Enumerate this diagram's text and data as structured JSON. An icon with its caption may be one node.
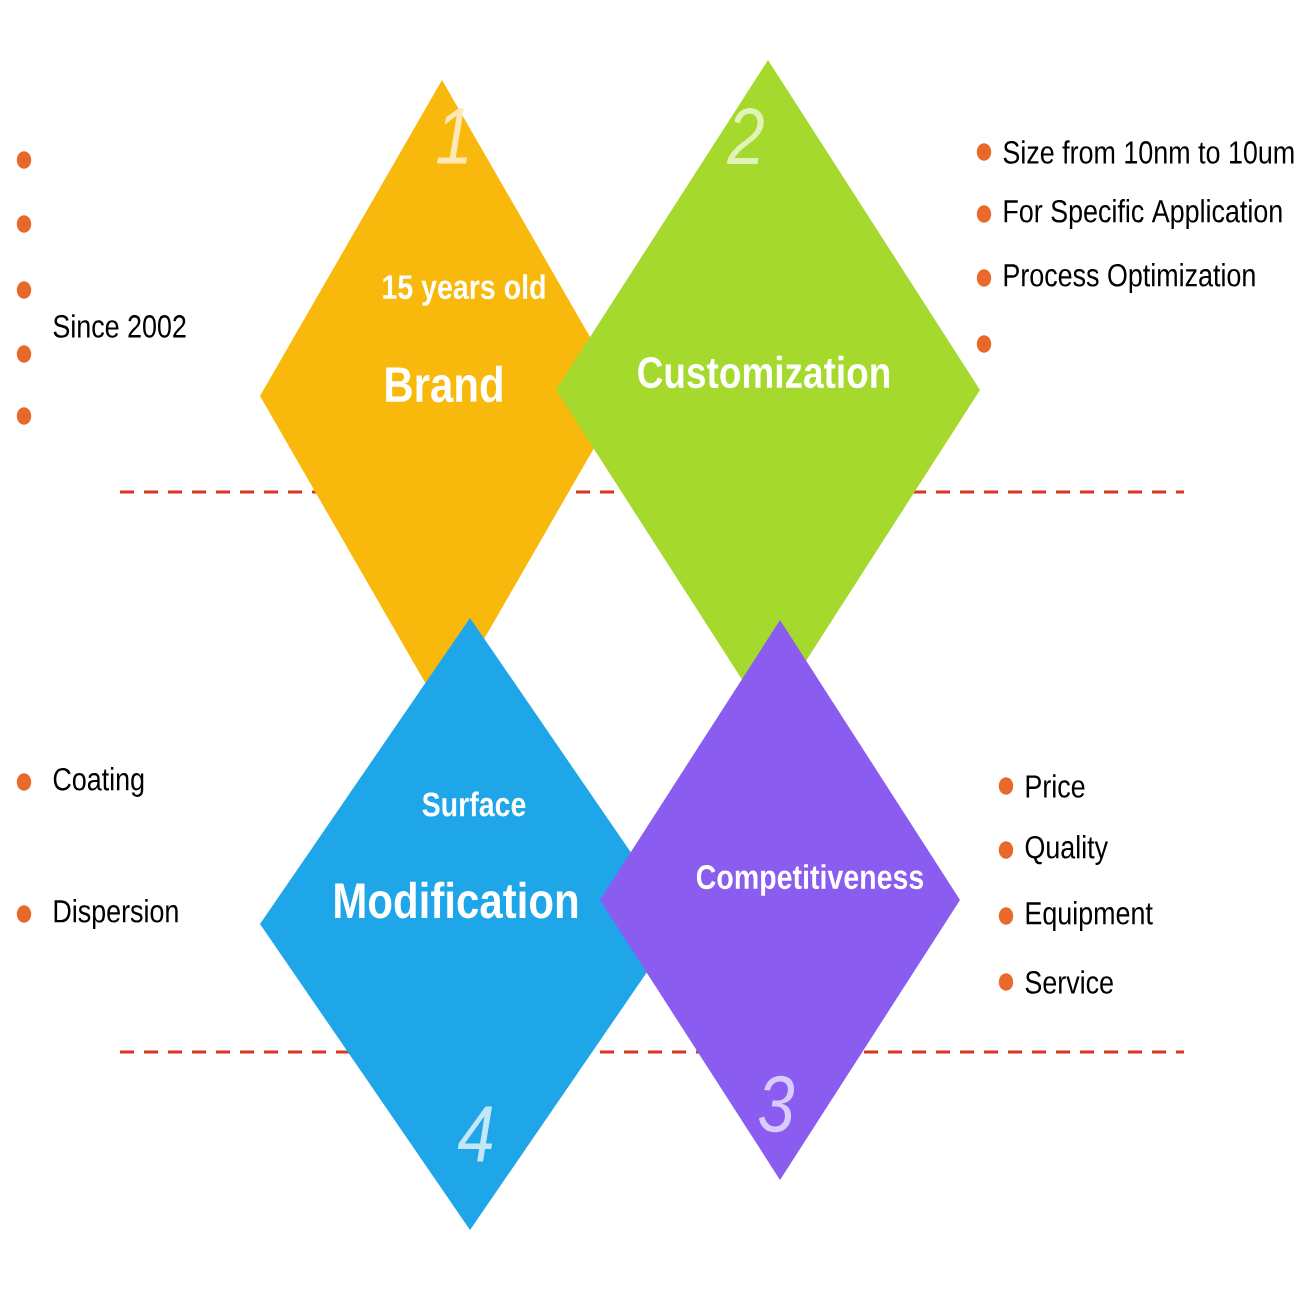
{
  "diagram": {
    "nodes": [
      {
        "text": [
          "1",
          "15 years old",
          "Brand"
        ]
      },
      {
        "text": [
          "2",
          "Customization"
        ]
      },
      {
        "text": [
          "Surface",
          "Modification",
          "4"
        ]
      },
      {
        "text": [
          "Competitiveness",
          "3"
        ]
      }
    ],
    "labels": [
      "Since 2002",
      "Size from 10nm to 10um",
      "For Specific Application",
      "Process Optimization",
      "Coating",
      "Dispersion",
      "Price",
      "Quality",
      "Equipment",
      "Service"
    ]
  }
}
